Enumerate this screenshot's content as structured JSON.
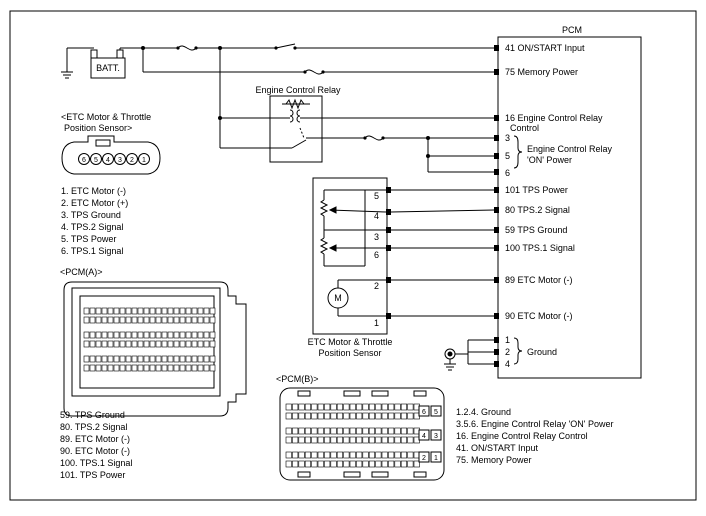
{
  "pcm_title": "PCM",
  "battery_label": "BATT.",
  "relay_title": "Engine Control Relay",
  "etc_connector": {
    "title_line1": "<ETC Motor & Throttle",
    "title_line2": "Position Sensor>",
    "pins": [
      "6",
      "5",
      "4",
      "3",
      "2",
      "1"
    ],
    "legend": [
      "1. ETC Motor (-)",
      "2. ETC Motor (+)",
      "3. TPS Ground",
      "4. TPS.2 Signal",
      "5. TPS Power",
      "6. TPS.1 Signal"
    ]
  },
  "sensor_box": {
    "pins": [
      "5",
      "4",
      "3",
      "6",
      "2",
      "1"
    ],
    "motor_label": "M",
    "caption_line1": "ETC Motor & Throttle",
    "caption_line2": "Position Sensor"
  },
  "pcm_pins": {
    "on_start": "41 ON/START Input",
    "memory_power": "75 Memory Power",
    "relay_ctrl_line1": "16 Engine Control Relay",
    "relay_ctrl_line2": "Control",
    "pin3": "3",
    "pin5": "5",
    "pin6": "6",
    "relay_on_line1": "Engine Control Relay",
    "relay_on_line2": "'ON' Power",
    "tps_power": "101 TPS Power",
    "tps2_signal": "80 TPS.2 Signal",
    "tps_ground": "59 TPS Ground",
    "tps1_signal": "100 TPS.1 Signal",
    "etc_motor_89": "89 ETC Motor (-)",
    "etc_motor_90": "90 ETC Motor (-)",
    "gnd1": "1",
    "gnd2": "2",
    "gnd4": "4",
    "ground_label": "Ground"
  },
  "pcm_a": {
    "title": "<PCM(A)>",
    "legend": [
      "59. TPS Ground",
      "80. TPS.2 Signal",
      "89. ETC Motor (-)",
      "90. ETC Motor (-)",
      "100. TPS.1 Signal",
      "101. TPS Power"
    ]
  },
  "pcm_b": {
    "title": "<PCM(B)>",
    "side_pins": [
      "6",
      "5",
      "4",
      "3",
      "2",
      "1"
    ],
    "legend": [
      "1.2.4. Ground",
      "3.5.6. Engine Control Relay 'ON' Power",
      "16. Engine Control Relay Control",
      "41. ON/START Input",
      "75. Memory Power"
    ]
  }
}
